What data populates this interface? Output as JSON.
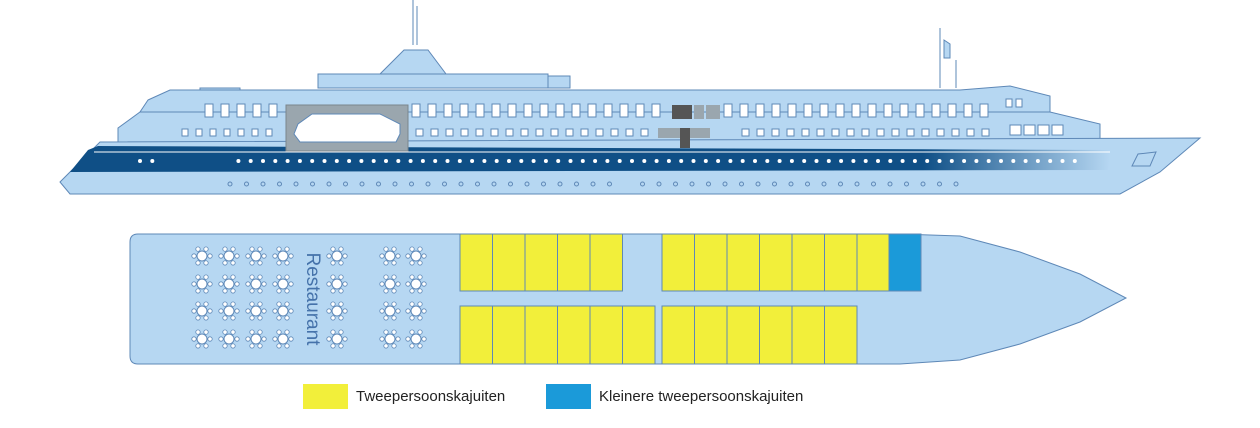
{
  "restaurant": {
    "label": "Restaurant"
  },
  "legend": {
    "items": [
      {
        "label": "Tweepersoonskajuiten",
        "color": "#f2ef3a"
      },
      {
        "label": "Kleinere tweepersoonskajuiten",
        "color": "#1b9ad9"
      }
    ]
  },
  "colors": {
    "hull": "#b6d7f2",
    "outline": "#5e88b7",
    "hull_stripe": "#0f4f86",
    "dark_window": "#555555",
    "lifeboat_box": "#9aa6ae",
    "deck_fill": "#b6d7f2",
    "restaurant_text": "#4572aa"
  }
}
